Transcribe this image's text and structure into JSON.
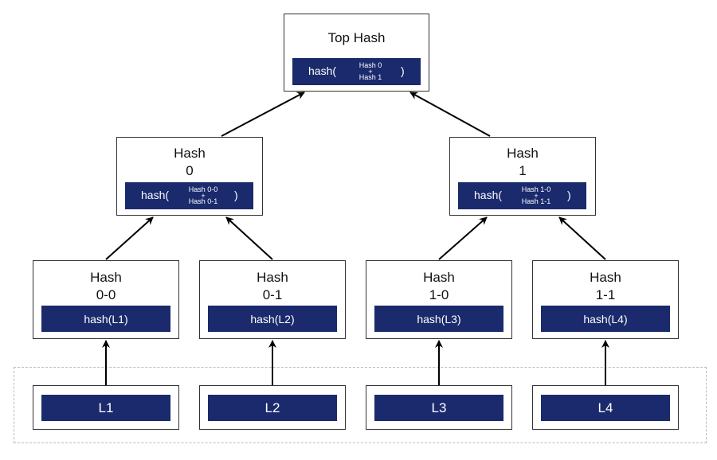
{
  "top": {
    "title": "Top Hash",
    "hash_open": "hash(",
    "hash_close": ")",
    "input_a": "Hash 0",
    "plus": "+",
    "input_b": "Hash 1"
  },
  "h0": {
    "title_line1": "Hash",
    "title_line2": "0",
    "hash_open": "hash(",
    "hash_close": ")",
    "input_a": "Hash 0-0",
    "plus": "+",
    "input_b": "Hash 0-1"
  },
  "h1": {
    "title_line1": "Hash",
    "title_line2": "1",
    "hash_open": "hash(",
    "hash_close": ")",
    "input_a": "Hash 1-0",
    "plus": "+",
    "input_b": "Hash 1-1"
  },
  "h00": {
    "title_line1": "Hash",
    "title_line2": "0-0",
    "hash": "hash(L1)"
  },
  "h01": {
    "title_line1": "Hash",
    "title_line2": "0-1",
    "hash": "hash(L2)"
  },
  "h10": {
    "title_line1": "Hash",
    "title_line2": "1-0",
    "hash": "hash(L3)"
  },
  "h11": {
    "title_line1": "Hash",
    "title_line2": "1-1",
    "hash": "hash(L4)"
  },
  "leaves": {
    "l1": "L1",
    "l2": "L2",
    "l3": "L3",
    "l4": "L4"
  },
  "colors": {
    "bar": "#1a2a6c",
    "border": "#333333",
    "dashed": "#bbbbbb"
  }
}
